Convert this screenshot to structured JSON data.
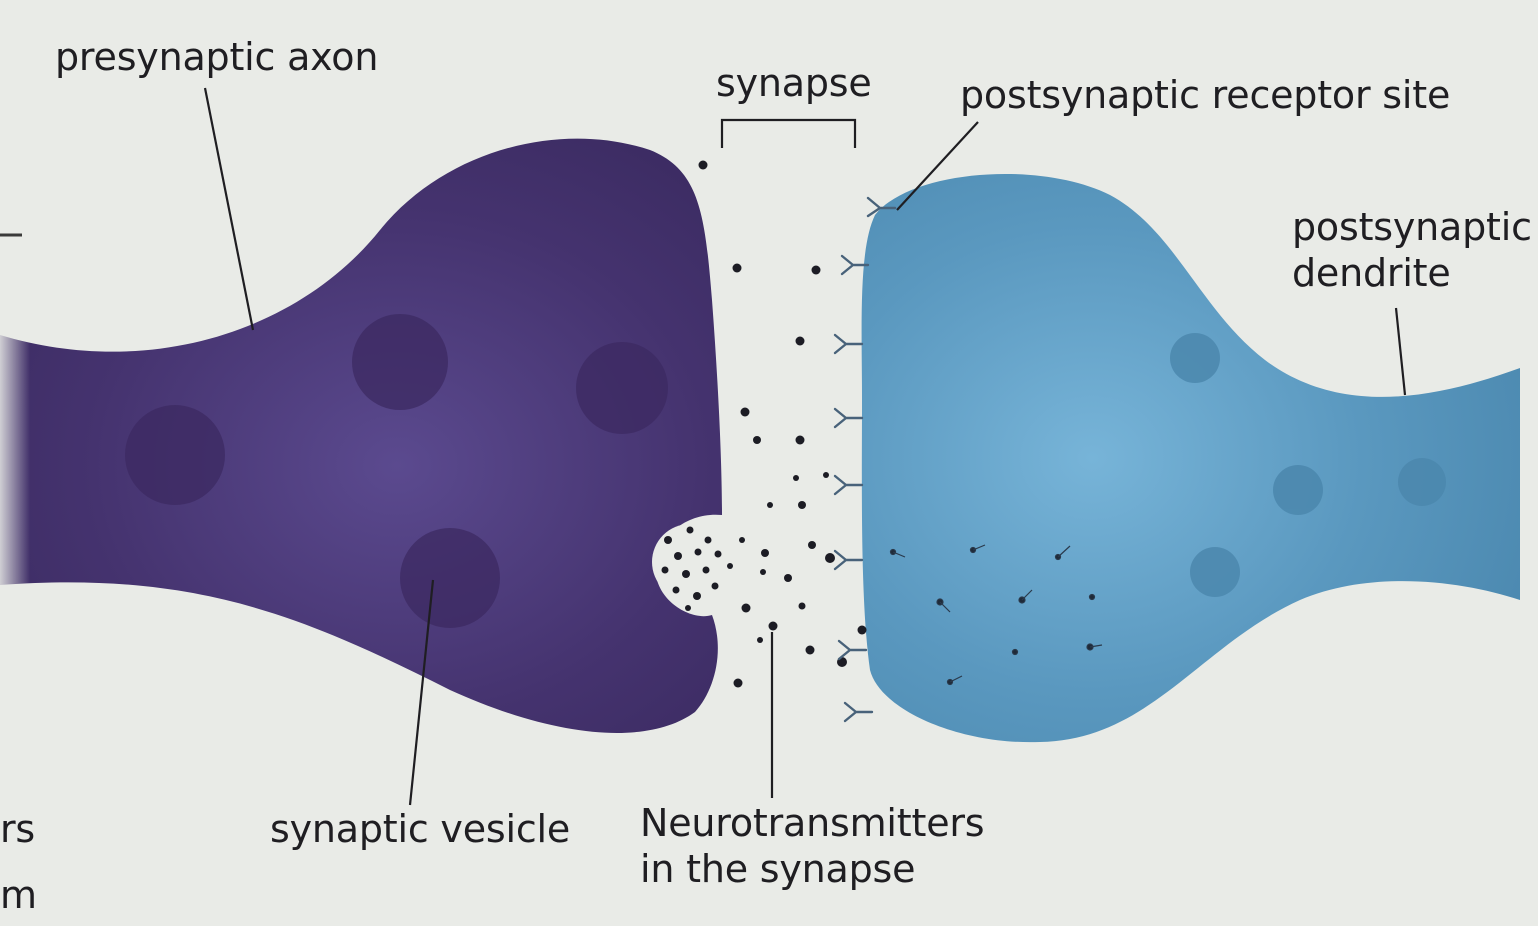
{
  "labels": {
    "presynaptic_axon": "presynaptic axon",
    "synapse": "synapse",
    "postsynaptic_receptor_site": "postsynaptic receptor site",
    "postsynaptic_dendrite": [
      "postsynaptic",
      "dendrite"
    ],
    "synaptic_vesicle": "synaptic vesicle",
    "neurotransmitters": [
      "Neurotransmitters",
      "in the synapse"
    ]
  },
  "page_edge_text": [
    "rs",
    "m"
  ],
  "colors": {
    "background": "#e9ebe7",
    "presynaptic_body": "#45336f",
    "presynaptic_vesicle": "#3c2a62",
    "postsynaptic_body": "#5a98bf",
    "postsynaptic_vesicle": "#4b87ad",
    "neurotransmitter": "#1c1c24",
    "leader_line": "#1f1e22"
  }
}
